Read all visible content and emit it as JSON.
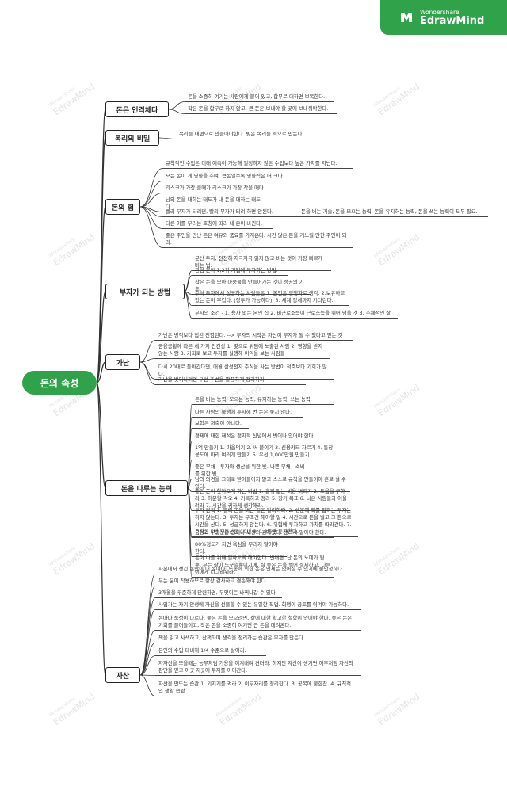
{
  "brand": {
    "line1": "Wondershare",
    "line2": "EdrawMind"
  },
  "watermark": {
    "line1": "Wondershare",
    "line2": "EdrawMind"
  },
  "root": {
    "label": "돈의 속성"
  },
  "branches": [
    {
      "label": "돈은 인격체다",
      "leaves": [
        "돈을 소중히 여기는 사람에게 붙어 있고, 함부로 대하면 보복한다.",
        "작은 돈을 함부로 하지 않고, 큰 돈은 보내야 할 곳에 보내줘야한다."
      ]
    },
    {
      "label": "복리의 비밀",
      "leaves": [
        "복리를 내편으로 만들어야한다. 빚은 복리를 적으로 만든다."
      ]
    },
    {
      "label": "돈의 힘",
      "leaves": [
        "규칙적인 수입은 미래 예측이 가능해 일정하지 않은 수입보다 높은 가치를 지닌다.",
        "모든 돈이 게 영향을 주며, 큰돈일수록 영향력은 더 크다.",
        "리스크가 가장 클때가 리스크가 가장 작을 때다.",
        "남의 돈을 대하는 태도가 내 돈을 대하는 태도다.",
        "빨리 부자가 되려면, 빨리 부자가 되려 하면 안된다.",
        "다른 이를 부리는 호칭에 따라 내 운이 바뀐다.",
        "좋은 주인을 만난 돈은 여유와 품요를 가져온다. 시간 많은 돈을 거느릴 만한 주인이 되라."
      ],
      "sub": "돈을 버는 기술, 돈을 모으는 능력, 돈을 유지하는 능력, 돈을 쓰는 능력이 모두 필요."
    },
    {
      "label": "부자가 되는 방법",
      "leaves": [
        "분산 투자, 천천히 지극자극 잃지 않고 버는 것이 가장 빠르게 버는 법.",
        "관심 분야 1,2위 기업에 투자하는 방법.",
        "작은 돈을 모아 마중물을 만들어가는 것이 성공의 기초.",
        "주식 투자에서 성공하는 사람들은 1. 본인은 경쟁자로 생각. 2.보유하고 있는 돈이 무겁다. (장투가 가능하다). 3. 세계 정세까지 기다린다.",
        "부자의 조건 - 1. 용자 없는 본인 집 2. 비근로소득이 근로소득을 뛰어 넘을 것 3. 주체적인 삶"
      ]
    },
    {
      "label": "가난",
      "leaves": [
        "가난은 병적보다 힘된 전염된다.  --> 부자의 시작은 자신이 부자가 될 수 있다고 믿는 것",
        "금융공황에 따른 세 가지 인간상 1. 몇으로 뒤팀에 노출된 사람 2. 영향을 받지 않는 사람 3. 기회로 보고 투자를 실행해 이익을 보는 사람들",
        "다시 20대로 돌아간다면, 매월 삼성전자 주식을 사는 방법이 적축보다 기회가 많다.",
        "가난을 벗어나려면 우선 주변을 깔끔하게 정리하라."
      ]
    },
    {
      "label": "돈을 다루는 능력",
      "leaves": [
        "돈을 버는 능력, 모으는 능력, 유지하는 능력, 쓰는 능력.",
        "다른 사람의 불행에 투자해 번 돈은 좋지 않다.",
        "보험은 저축이 아니다.",
        "경제에 대한 해석은 정치적 신념에서 벗어나 있어야 한다.",
        "1억 만들기 1. 마음먹기 2. 써 붙이기 3. 신용카드 자르기 4. 통장 용도에 따라 여러개 만들기 5. 우선 1,000만원 만들기.",
        "좋은 부채 - 투자와 생산을 위한 빚. 나쁜 부채 - 소비를 위한 빚.",
        "남의 의견을 그대로 받아들이지 말고 스스로 규칙을 만들어야 흔로 설 수 있다.",
        "좋은 돈이 찾아오게 하는 비법 1. 흠뒤 없는 비용 버리기 2. 도움을 구하라 3. 허분할 각오 4. 기록하고 정리 5. 장기 목표 6. 나은 사람들과 어울려라 7. 시간을 귀하게 생각해라.",
        "투자 원칙 1. 빨리 돈을 버는 일은 멀리하라. 2. 생분에 책를 입히는 투자는 하지 않는다. 3. 투자는 무조건 해야할 일 4. 시간으로 돈을 빌고 그 돈으로 시간을 산다. 5. 성급하지 않는다. 6. 위험에 투자하고 가치를 따라간다. 7. 주식은 5년 부동산은 10년 8. 1,2등만 투자한다.",
        "금융과 부동산은 언제나 세상의 감자였다. 반드시 알아야 한다.",
        "80%정도가 차면 욕심을 부리지 말아야 한다.",
        "돈이 나를 위해 일하도록 해야한다. 번대편, 난 돈의 노예가 될 뿐. 부는 삶이 도구일뿐이기에, 질 좋은 돈을 벌어 절제하고, 다른이에게 너그러워라."
      ]
    },
    {
      "label": "자산",
      "leaves": [
        "자본에서 생긴 돈만이 내 돈이다. 노동에 의한 돈은 언제든 없어질 수 있기에 불안정하다.",
        "부는 운이 작용하므로 항상 감사하고 겸손해야 한다.",
        "3개월을 꾸준하게 단련하면, 무엇이든 바뀌나갈 수 있다.",
        "사업가는 자기 안생에 자신을 선물할 수 있는 유일한 직업. 회맹이 공포를 이겨야 가능하다.",
        "돈마다 품성이 다르다. 좋은 돈을 모으려면, 삶에 대한 확고한 철학이 있어야 한다. 좋은 돈은 기회를 끌어들이고, 작은 돈을 소중히 여기면 큰 돈을 데려온다.",
        "책을 읽고 사색하고, 산책하며 생각을 정리하는 습관은 부자를 만든다.",
        "본인의 수입 대비해 1/4 수준으로 살아라.",
        "자자신을 모을때는 농부처럼 가용을 이겨내며 견뎌라. 하지만 자산이 생기면 어부처럼 자신의 판단을 믿고 이곳 저곳에 투자를 이어간다.",
        "자산을 만드는 습관 1. 기지게를 켜라 2. 이부자리를 정리한다. 3. 공복에 물한잔. 4. 규칙적인 생활 습관"
      ]
    }
  ],
  "colors": {
    "accent": "#2fa24a",
    "line": "#333333"
  }
}
